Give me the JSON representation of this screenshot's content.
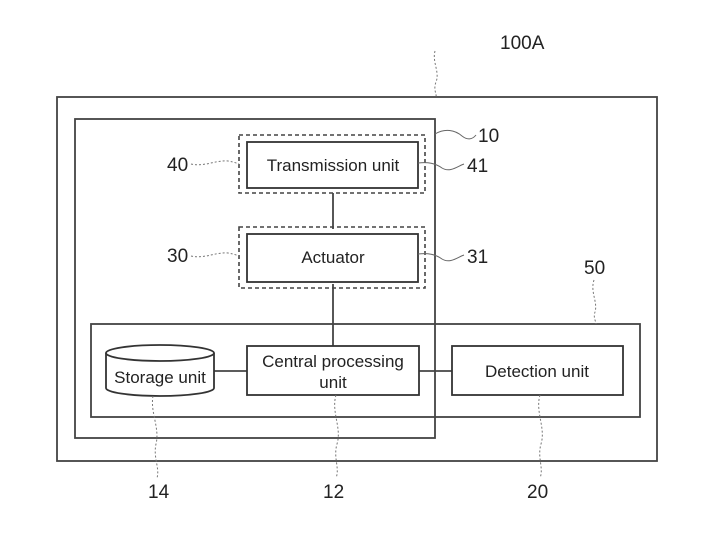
{
  "diagram": {
    "reference_labels": {
      "device": "100A",
      "housing": "10",
      "transmission_group": "40",
      "transmission_box": "41",
      "actuator_group": "30",
      "actuator_box": "31",
      "control_board": "50",
      "storage": "14",
      "cpu": "12",
      "detection": "20"
    },
    "blocks": {
      "transmission": "Transmission unit",
      "actuator": "Actuator",
      "storage": "Storage unit",
      "cpu_line1": "Central processing",
      "cpu_line2": "unit",
      "detection": "Detection unit"
    }
  }
}
